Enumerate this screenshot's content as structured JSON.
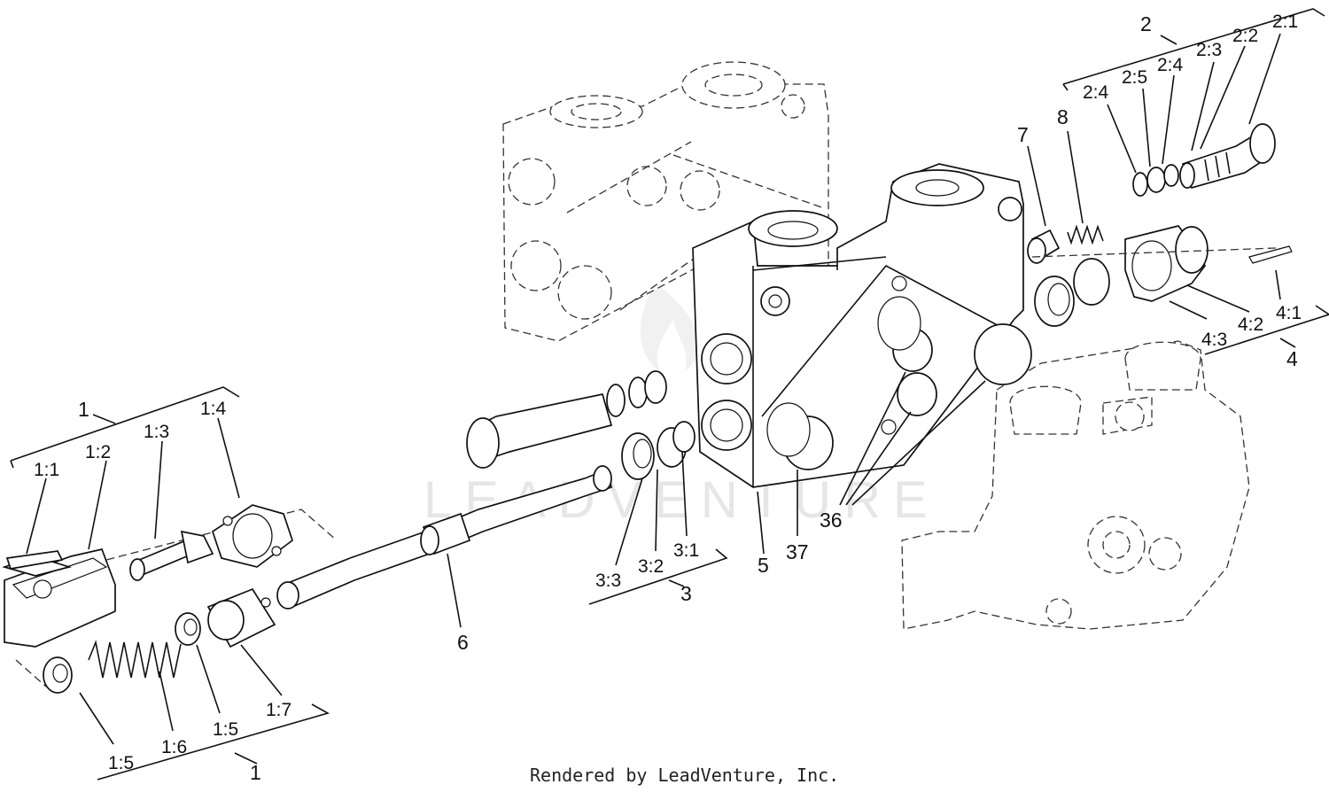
{
  "labels": {
    "group_1_top": "1",
    "part_1_1": "1:1",
    "part_1_2": "1:2",
    "part_1_3": "1:3",
    "part_1_4": "1:4",
    "part_1_5_left": "1:5",
    "part_1_6": "1:6",
    "part_1_5_right": "1:5",
    "part_1_7": "1:7",
    "group_1_bottom": "1",
    "part_6": "6",
    "part_3_3": "3:3",
    "part_3_2": "3:2",
    "part_3_1": "3:1",
    "group_3": "3",
    "part_5": "5",
    "part_37": "37",
    "part_36": "36",
    "part_7": "7",
    "part_8": "8",
    "group_2": "2",
    "part_2_4_left": "2:4",
    "part_2_5": "2:5",
    "part_2_4_right": "2:4",
    "part_2_3": "2:3",
    "part_2_2": "2:2",
    "part_2_1": "2:1",
    "part_4_1": "4:1",
    "part_4_2": "4:2",
    "part_4_3": "4:3",
    "group_4": "4"
  },
  "footer": {
    "credit": "Rendered by LeadVenture, Inc."
  },
  "watermark": {
    "text": "LEADVENTURE"
  }
}
